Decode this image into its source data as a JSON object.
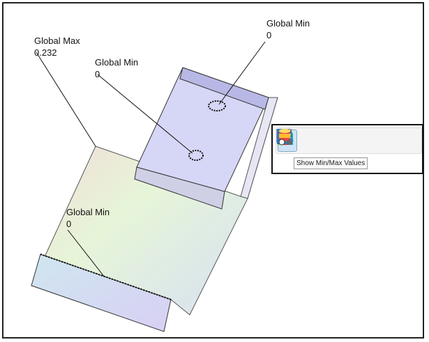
{
  "labels": [
    {
      "title": "Global Max",
      "value": "0.232"
    },
    {
      "title": "Global Min",
      "value": "0"
    },
    {
      "title": "Global Min",
      "value": "0"
    },
    {
      "title": "Global Min",
      "value": "0"
    }
  ],
  "toolbar": {
    "buttons": [
      "show-min-max-icon",
      "probe-points-icon",
      "section-plot-icon",
      "edit-pencil-icon",
      "list-table-icon",
      "graph-icon",
      "display-settings-icon"
    ],
    "tooltip": "Show Min/Max Values"
  }
}
